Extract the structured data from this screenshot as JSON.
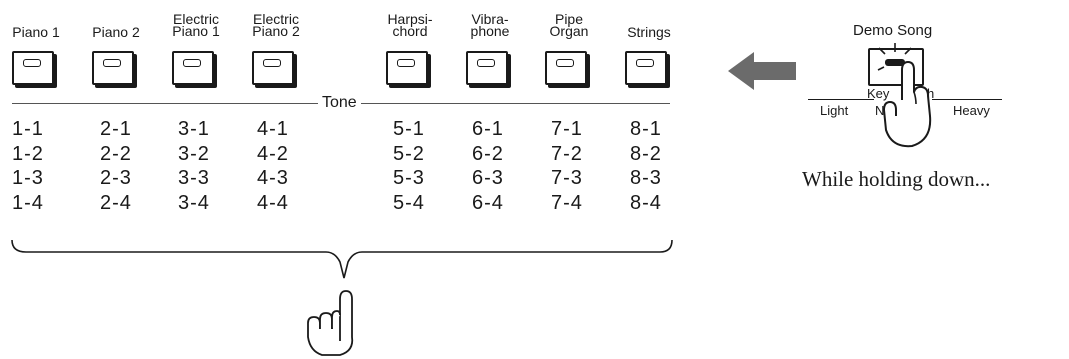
{
  "tone_section": {
    "title": "Tone",
    "buttons": [
      {
        "label": [
          "Piano 1"
        ],
        "tones": [
          "1-1",
          "1-2",
          "1-3",
          "1-4"
        ]
      },
      {
        "label": [
          "Piano 2"
        ],
        "tones": [
          "2-1",
          "2-2",
          "2-3",
          "2-4"
        ]
      },
      {
        "label": [
          "Electric",
          "Piano 1"
        ],
        "tones": [
          "3-1",
          "3-2",
          "3-3",
          "3-4"
        ]
      },
      {
        "label": [
          "Electric",
          "Piano 2"
        ],
        "tones": [
          "4-1",
          "4-2",
          "4-3",
          "4-4"
        ]
      },
      {
        "label": [
          "Harpsi-",
          "chord"
        ],
        "tones": [
          "5-1",
          "5-2",
          "5-3",
          "5-4"
        ]
      },
      {
        "label": [
          "Vibra-",
          "phone"
        ],
        "tones": [
          "6-1",
          "6-2",
          "6-3",
          "6-4"
        ]
      },
      {
        "label": [
          "Pipe",
          "Organ"
        ],
        "tones": [
          "7-1",
          "7-2",
          "7-3",
          "7-4"
        ]
      },
      {
        "label": [
          "Strings"
        ],
        "tones": [
          "8-1",
          "8-2",
          "8-3",
          "8-4"
        ]
      }
    ]
  },
  "demo_panel": {
    "demo_song_label": "Demo Song",
    "key_touch_top": "Key",
    "key_touch_top_tail": "h",
    "key_touch_bottom": "N",
    "light_label": "Light",
    "heavy_label": "Heavy"
  },
  "instruction": "While holding down...",
  "colors": {
    "ink": "#1a1a1a",
    "arrow": "#6b6b6b",
    "rule": "#555555"
  },
  "icons": [
    "press-finger-icon",
    "hand-pressing-icon",
    "arrow-left-icon",
    "led-light-icon"
  ]
}
